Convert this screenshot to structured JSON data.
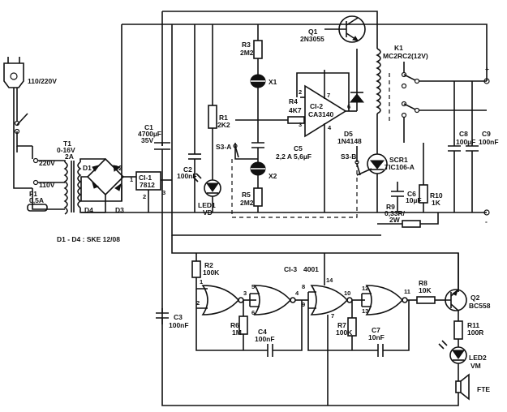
{
  "mains": {
    "voltage": "110/220V",
    "sw_220": "220V",
    "sw_110": "110V"
  },
  "transformer": {
    "ref": "T1",
    "rating": "0-16V",
    "current": "2A"
  },
  "fuse": {
    "ref": "F1",
    "value": "0,5A"
  },
  "bridge": {
    "d1": "D1",
    "d2": "D2",
    "d3": "D3",
    "d4": "D4",
    "note": "D1 - D4 : SKE 12/08"
  },
  "regulator": {
    "ref": "CI-1",
    "part": "7812",
    "pin1": "1",
    "pin2": "2",
    "pin3": "3"
  },
  "c1": {
    "ref": "C1",
    "value": "4700µF",
    "voltage": "35V"
  },
  "c2": {
    "ref": "C2",
    "value": "100nF"
  },
  "led1": {
    "ref": "LED1",
    "color": "VD"
  },
  "r1": {
    "ref": "R1",
    "value": "2K2"
  },
  "r3": {
    "ref": "R3",
    "value": "2M2"
  },
  "r5": {
    "ref": "R5",
    "value": "2M2"
  },
  "x1": "X1",
  "x2": "X2",
  "c5": {
    "ref": "C5",
    "value": "2,2 A 5,6µF"
  },
  "s3a": "S3-A",
  "s3b": "S3-B",
  "q1": {
    "ref": "Q1",
    "part": "2N3055"
  },
  "ci2": {
    "ref": "CI-2",
    "part": "CA3140",
    "pin2": "2",
    "pin3": "3",
    "pin4": "4",
    "pin6": "6",
    "pin7": "7"
  },
  "r4": {
    "ref": "R4",
    "value": "4K7"
  },
  "d5": {
    "ref": "D5",
    "part": "1N4148"
  },
  "k1": {
    "ref": "K1",
    "part": "MC2RC2(12V)"
  },
  "scr1": {
    "ref": "SCR1",
    "part": "TIC106-A"
  },
  "c6": {
    "ref": "C6",
    "value": "10µF"
  },
  "r9": {
    "ref": "R9",
    "value": "0,33R/",
    "power": "2W"
  },
  "r10": {
    "ref": "R10",
    "value": "1K"
  },
  "c8": {
    "ref": "C8",
    "value": "100µF"
  },
  "c9": {
    "ref": "C9",
    "value": "100nF"
  },
  "out": {
    "plus": "+",
    "minus": "-"
  },
  "ci3": {
    "ref": "CI-3",
    "part": "4001"
  },
  "r2": {
    "ref": "R2",
    "value": "100K"
  },
  "c3": {
    "ref": "C3",
    "value": "100nF"
  },
  "r6": {
    "ref": "R6",
    "value": "1M"
  },
  "c4": {
    "ref": "C4",
    "value": "100nF"
  },
  "r7": {
    "ref": "R7",
    "value": "100K"
  },
  "c7": {
    "ref": "C7",
    "value": "10nF"
  },
  "r8": {
    "ref": "R8",
    "value": "10K"
  },
  "q2": {
    "ref": "Q2",
    "part": "BC558"
  },
  "r11": {
    "ref": "R11",
    "value": "100R"
  },
  "led2": {
    "ref": "LED2",
    "color": "VM"
  },
  "speaker": "FTE",
  "gate_pins": {
    "p1": "1",
    "p2": "2",
    "p3": "3",
    "p5": "5",
    "p6": "6",
    "p4": "4",
    "p8": "8",
    "p9": "9",
    "p10": "10",
    "p14": "14",
    "p7": "7",
    "p12": "12",
    "p13": "13",
    "p11": "11"
  }
}
